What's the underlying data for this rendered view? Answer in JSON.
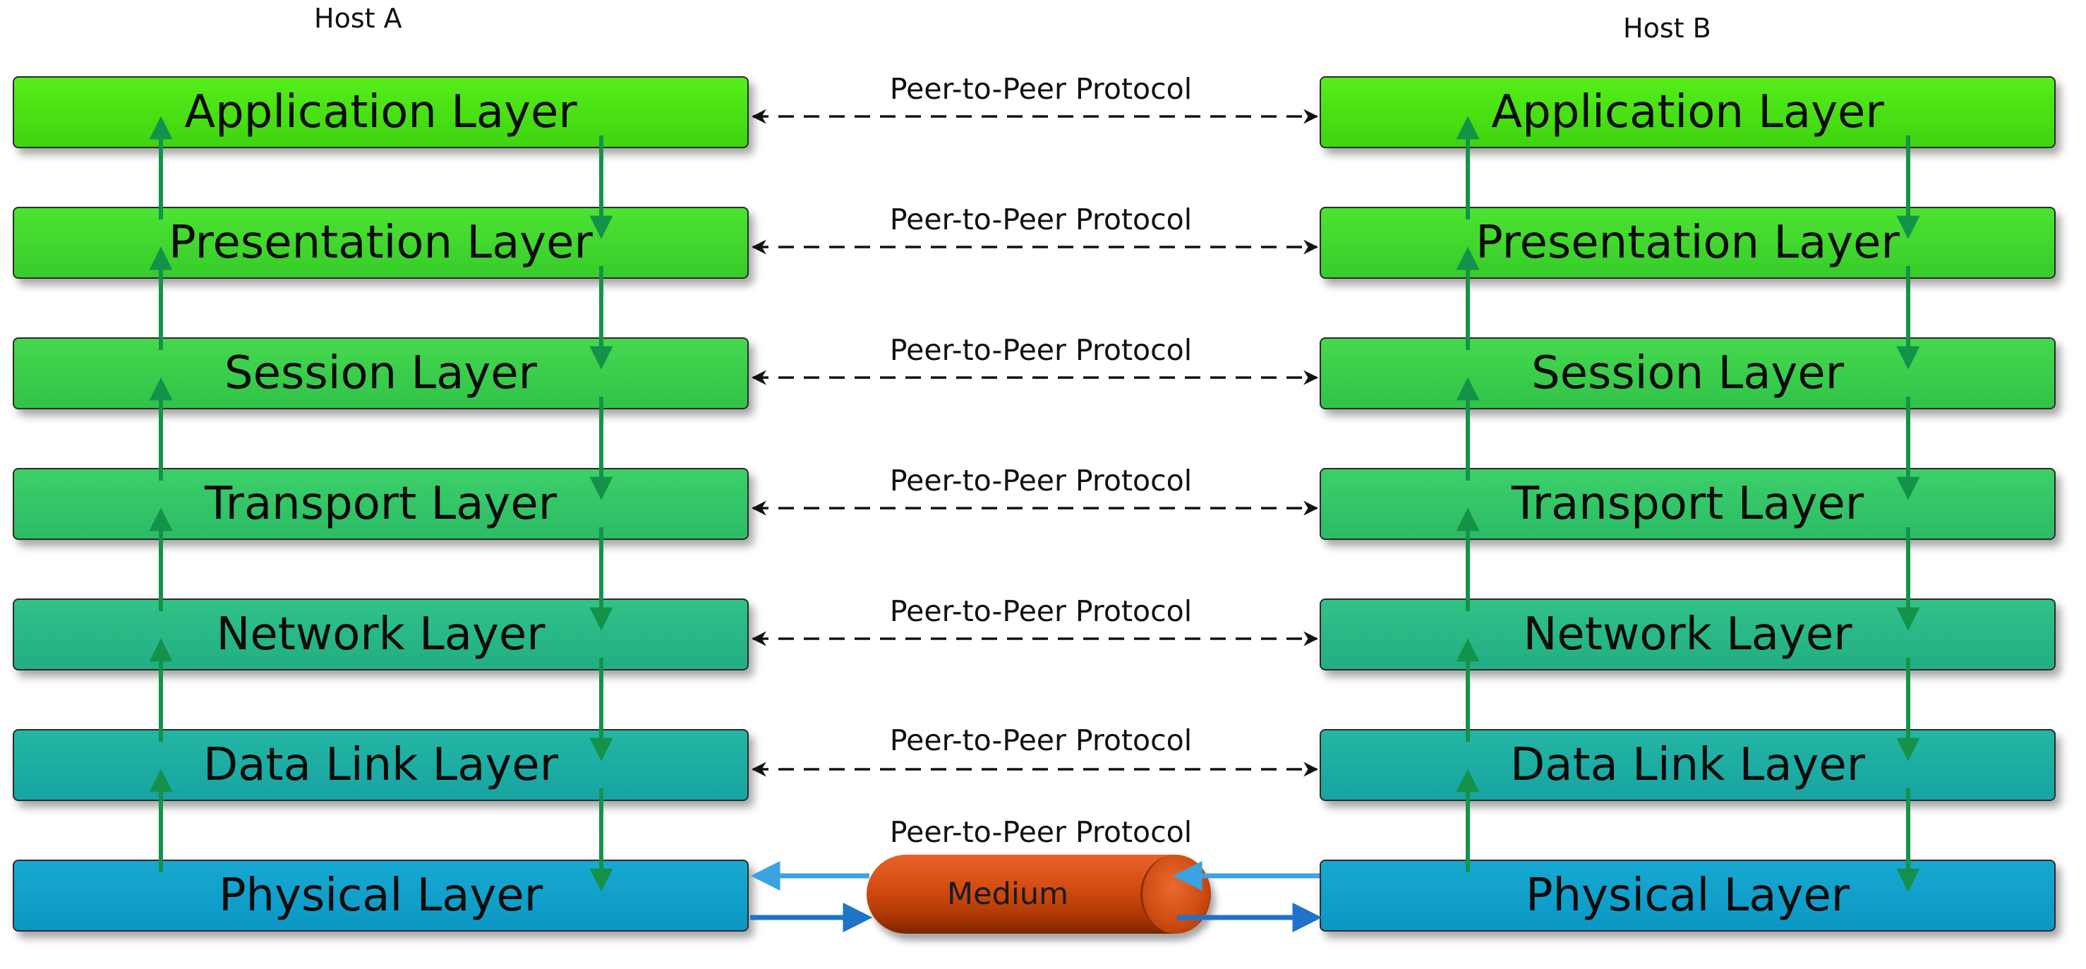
{
  "hosts": {
    "a": "Host A",
    "b": "Host B"
  },
  "layers": [
    "Application Layer",
    "Presentation Layer",
    "Session Layer",
    "Transport Layer",
    "Network Layer",
    "Data Link Layer",
    "Physical Layer"
  ],
  "peer_labels": [
    "Peer-to-Peer Protocol",
    "Peer-to-Peer Protocol",
    "Peer-to-Peer Protocol",
    "Peer-to-Peer Protocol",
    "Peer-to-Peer Protocol",
    "Peer-to-Peer Protocol",
    "Peer-to-Peer Protocol"
  ],
  "medium": "Medium",
  "colors": {
    "arrow_vertical": "#14924a",
    "arrow_dashed": "#111111",
    "arrow_medium_top": "#3aa3e0",
    "arrow_medium_bottom": "#1f73c8"
  }
}
